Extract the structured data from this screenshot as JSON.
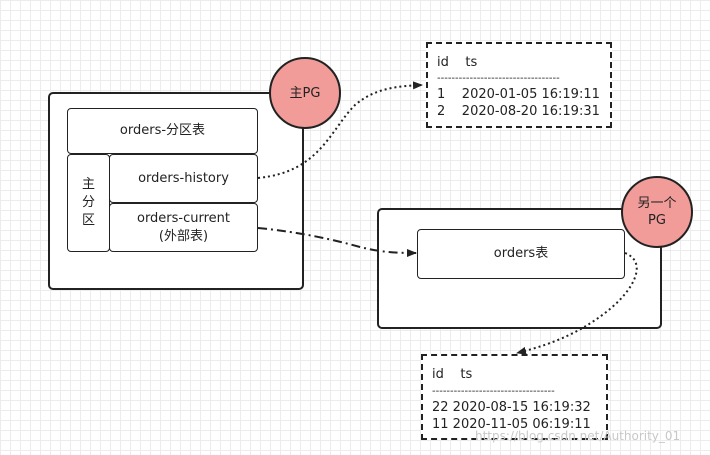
{
  "main_pg": {
    "label": "主PG",
    "partition_table": "orders-分区表",
    "partition_label_chars": [
      "主",
      "分",
      "区"
    ],
    "history": "orders-history",
    "current_line1": "orders-current",
    "current_line2": "(外部表)"
  },
  "other_pg": {
    "label_line1": "另一个",
    "label_line2": "PG",
    "table": "orders表"
  },
  "table_top": {
    "header": "id    ts",
    "separator": "----------------------------------",
    "rows": [
      "1    2020-01-05 16:19:11",
      "2    2020-08-20 16:19:31"
    ]
  },
  "table_bottom": {
    "header": "id    ts",
    "separator": "----------------------------------",
    "rows": [
      "22 2020-08-15 16:19:32",
      "11 2020-11-05 06:19:11"
    ]
  },
  "watermark": "https://blog.csdn.net/Authority_01",
  "colors": {
    "pg_circle": "#f19c99",
    "line": "#222222"
  }
}
